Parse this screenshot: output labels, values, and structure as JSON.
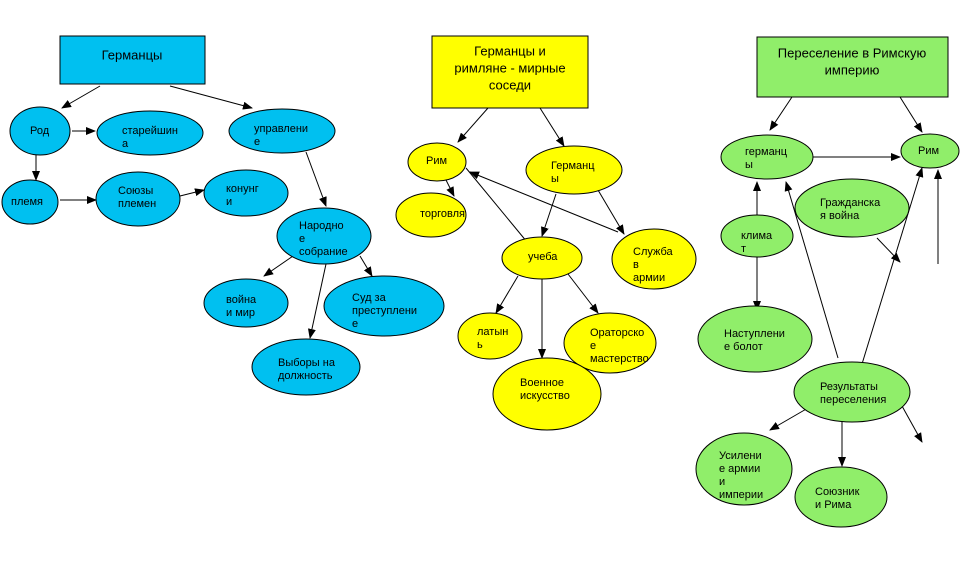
{
  "colors": {
    "blue": "#00c0f0",
    "yellow": "#ffff00",
    "green": "#90ee6a",
    "stroke": "#000000"
  },
  "nodes": {
    "germans_title": {
      "lines": [
        "Германцы"
      ],
      "color": "blue"
    },
    "rod": {
      "lines": [
        "Род"
      ],
      "color": "blue"
    },
    "stareyshina": {
      "lines": [
        "старейшин",
        "а"
      ],
      "color": "blue"
    },
    "upravlenie": {
      "lines": [
        "управлени",
        "е"
      ],
      "color": "blue"
    },
    "plemya": {
      "lines": [
        "племя"
      ],
      "color": "blue"
    },
    "soyuzy": {
      "lines": [
        "Союзы",
        "племен"
      ],
      "color": "blue"
    },
    "konung": {
      "lines": [
        "конунг",
        "и"
      ],
      "color": "blue"
    },
    "narodnoe": {
      "lines": [
        "Народно",
        "е",
        "собрание"
      ],
      "color": "blue"
    },
    "voyna": {
      "lines": [
        "война",
        "и мир"
      ],
      "color": "blue"
    },
    "sud": {
      "lines": [
        "Суд  за",
        "преступлени",
        "е"
      ],
      "color": "blue"
    },
    "vybory": {
      "lines": [
        "Выборы на",
        "должность"
      ],
      "color": "blue"
    },
    "peace_title": {
      "lines": [
        "Германцы и",
        "римляне - мирные",
        "соседи"
      ],
      "color": "yellow"
    },
    "rim_y": {
      "lines": [
        "Рим"
      ],
      "color": "yellow"
    },
    "germancy_y": {
      "lines": [
        "Германц",
        "ы"
      ],
      "color": "yellow"
    },
    "torgovlya": {
      "lines": [
        "торговля"
      ],
      "color": "yellow"
    },
    "ucheba": {
      "lines": [
        "учеба"
      ],
      "color": "yellow"
    },
    "sluzhba": {
      "lines": [
        "Служба",
        "в",
        "армии"
      ],
      "color": "yellow"
    },
    "latyn": {
      "lines": [
        "латын",
        "ь"
      ],
      "color": "yellow"
    },
    "oratorskoe": {
      "lines": [
        "Ораторско",
        "е",
        "мастерство"
      ],
      "color": "yellow"
    },
    "voennoe": {
      "lines": [
        "Военное",
        "искусство"
      ],
      "color": "yellow"
    },
    "resettle_title": {
      "lines": [
        "Переселение в Римскую",
        "империю"
      ],
      "color": "green"
    },
    "germancy_g": {
      "lines": [
        "германц",
        "ы"
      ],
      "color": "green"
    },
    "rim_g": {
      "lines": [
        "Рим"
      ],
      "color": "green"
    },
    "grazhd": {
      "lines": [
        "Гражданска",
        "я война"
      ],
      "color": "green"
    },
    "klimat": {
      "lines": [
        "клима",
        "т"
      ],
      "color": "green"
    },
    "nastuplenie": {
      "lines": [
        "Наступлени",
        "е болот"
      ],
      "color": "green"
    },
    "rezultaty": {
      "lines": [
        "Результаты",
        "переселения"
      ],
      "color": "green"
    },
    "usilenie": {
      "lines": [
        "Усилени",
        "е армии",
        "и",
        "империи"
      ],
      "color": "green"
    },
    "soyuznik": {
      "lines": [
        "Союзник",
        "и Рима"
      ],
      "color": "green"
    }
  }
}
